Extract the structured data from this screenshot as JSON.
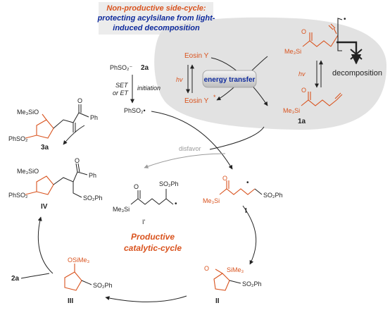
{
  "header": {
    "line1": "Non-productive side-cycle:",
    "line2": "protecting acylsilane from light-",
    "line3": "induced decomposition"
  },
  "side_cycle": {
    "eosin_y": "Eosin Y",
    "eosin_y_star": "Eosin Y",
    "star": "*",
    "hv_left": "hv",
    "hv_right": "hv",
    "energy_transfer": "energy transfer",
    "decomposition": "decomposition",
    "me3si_excited": "Me₃Si",
    "me3si_1a": "Me₃Si",
    "label_1a": "1a",
    "excited_dot": "•"
  },
  "initiation": {
    "phso2_anion": "PhSO₂⁻",
    "label_2a": "2a",
    "set": "SET",
    "or_et": "or ET",
    "initiation": "initiation",
    "phso2_radical": "PhSO₂•"
  },
  "intermediates": {
    "three_a_me3sio": "Me₃SiO",
    "three_a_phso2": "PhSO₂",
    "three_a_ph": "Ph",
    "three_a_label": "3a",
    "iv_me3sio": "Me₃SiO",
    "iv_phso2": "PhSO₂",
    "iv_ph": "Ph",
    "iv_so2ph": "SO₂Ph",
    "iv_label": "IV",
    "i_me3si": "Me₃Si",
    "i_so2ph": "SO₂Ph",
    "i_label": "I",
    "iprime_so2ph": "SO₂Ph",
    "iprime_me3si": "Me₃Si",
    "iprime_label": "I'",
    "ii_sime3": "SiMe₃",
    "ii_so2ph": "SO₂Ph",
    "ii_label": "II",
    "iii_osime3": "OSiMe₃",
    "iii_so2ph": "SO₂Ph",
    "iii_label": "III",
    "o_atom": "O",
    "label_2a_bottom": "2a",
    "disfavor": "disfavor"
  },
  "center": {
    "line1": "Productive",
    "line2": "catalytic-cycle"
  },
  "colors": {
    "orange": "#d9531e",
    "blue": "#0e2a9c",
    "panel": "#e2e2e2",
    "box": "#ededed",
    "ink": "#222222",
    "grey_arrow": "#9a9a9a"
  }
}
